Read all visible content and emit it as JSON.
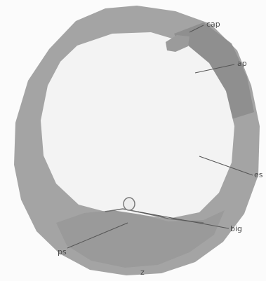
{
  "figure": {
    "labels": {
      "cap": "cap",
      "ap": "ap",
      "es": "es",
      "big": "big",
      "ps": "ps",
      "z": "z"
    },
    "colors": {
      "background": "#fbfbfb",
      "outer_wall": "#a4a4a4",
      "dark_region": "#8c8c8c",
      "bottom_region": "#9a9a9a",
      "inner_cavity": "#f3f3f3",
      "line": "#555555"
    }
  }
}
